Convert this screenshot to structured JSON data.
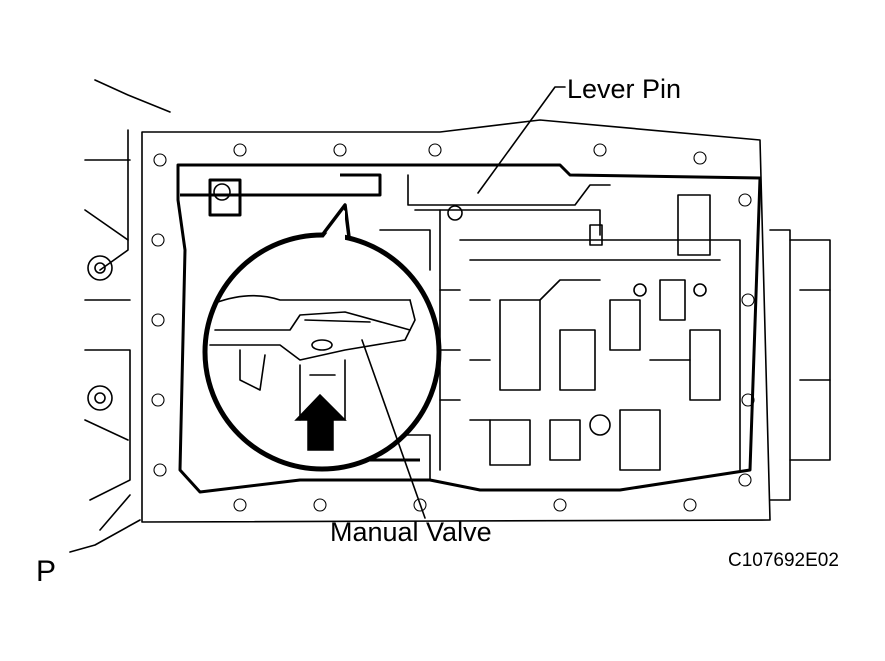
{
  "labels": {
    "lever_pin": "Lever Pin",
    "manual_valve": "Manual Valve",
    "position": "P",
    "figure_code": "C107692E02"
  }
}
